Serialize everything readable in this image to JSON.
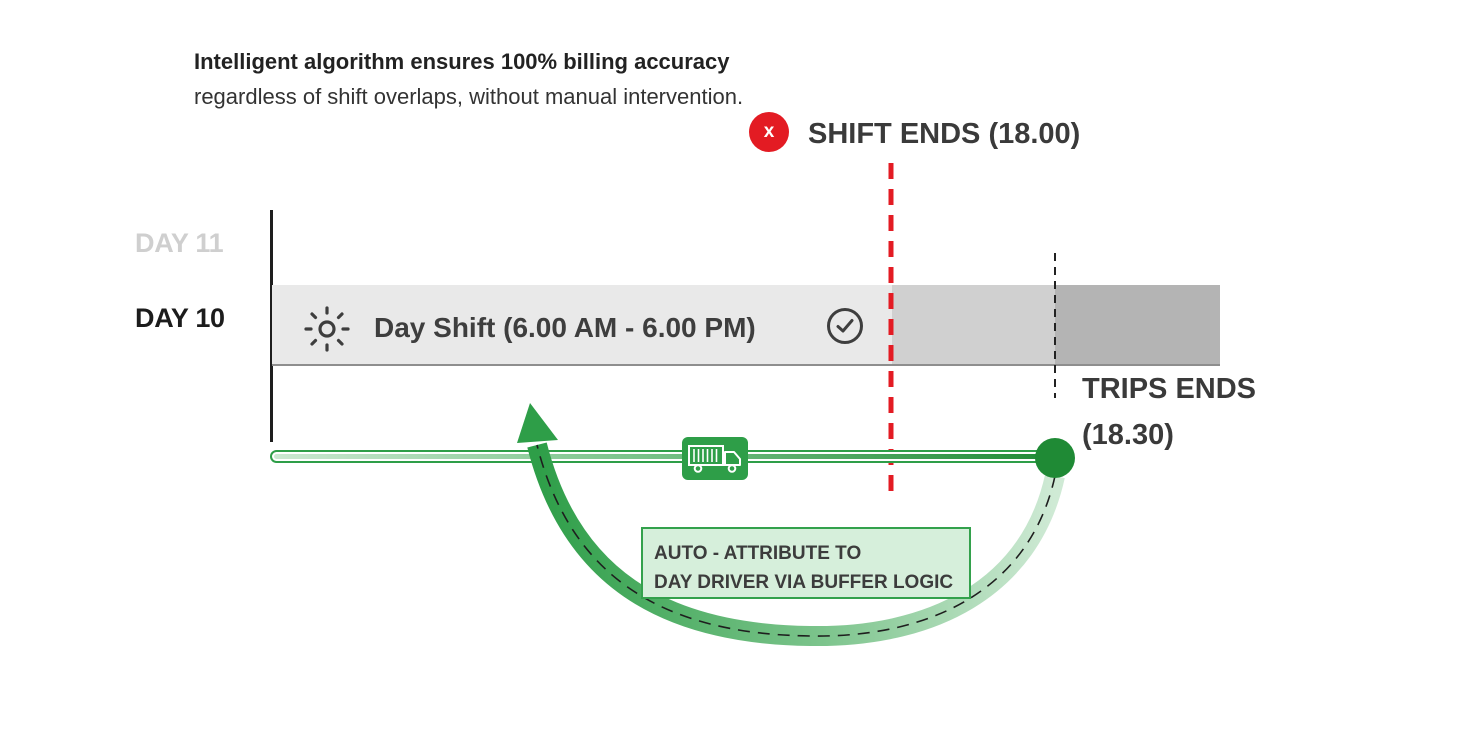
{
  "intro": {
    "bold_text": "Intelligent algorithm ensures 100% billing accuracy",
    "regular_text": " regardless of shift overlaps, without manual intervention."
  },
  "shift_end": {
    "badge": "x",
    "label": "SHIFT ENDS (18.00)"
  },
  "days": {
    "day11": "DAY 11",
    "day10": "DAY 10"
  },
  "shift_bar": {
    "label": "Day Shift (6.00 AM - 6.00 PM)",
    "icon": "sun-icon",
    "status_icon": "clock-icon"
  },
  "trips_end": {
    "line1": "TRIPS ENDS",
    "line2": "(18.30)"
  },
  "trip": {
    "icon": "truck-icon"
  },
  "callout": {
    "line1": "AUTO - ATTRIBUTE TO",
    "line2": "DAY DRIVER VIA BUFFER LOGIC"
  },
  "colors": {
    "red": "#e31b23",
    "green": "#2e9e48",
    "green_dark": "#1f8a35",
    "green_light": "#cfead5"
  }
}
